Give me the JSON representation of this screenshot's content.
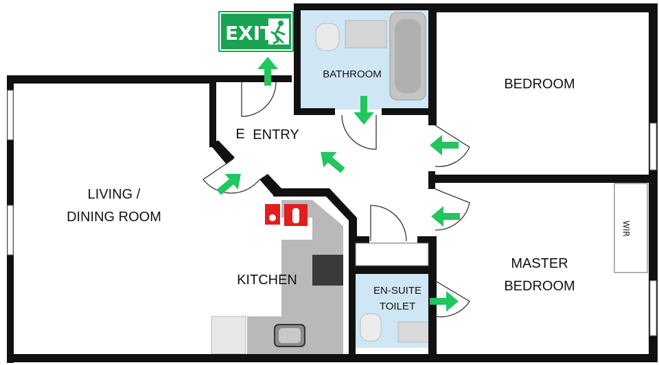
{
  "exit_sign": {
    "text": "EXIT",
    "color": "#1aa352"
  },
  "rooms": {
    "bathroom": "BATHROOM",
    "bedroom": "BEDROOM",
    "entry": "ENTRY",
    "entry_mark": "E",
    "living_line1": "LIVING /",
    "living_line2": "DINING ROOM",
    "kitchen": "KITCHEN",
    "master_line1": "MASTER",
    "master_line2": "BEDROOM",
    "ensuite_line1": "EN-SUITE",
    "ensuite_line2": "TOILET",
    "wardrobe_mark": "WIR"
  },
  "colors": {
    "wall": "#111111",
    "wet_area": "#cfe7f5",
    "kitchen_bench": "#b9b9b9",
    "arrow": "#22c55e",
    "safety_red": "#e11d1d"
  },
  "icons": [
    "exit-running-man-icon",
    "fire-extinguisher-icon",
    "fire-hose-reel-icon",
    "evacuation-arrow-icon",
    "toilet-icon",
    "bathtub-icon",
    "sink-icon"
  ]
}
